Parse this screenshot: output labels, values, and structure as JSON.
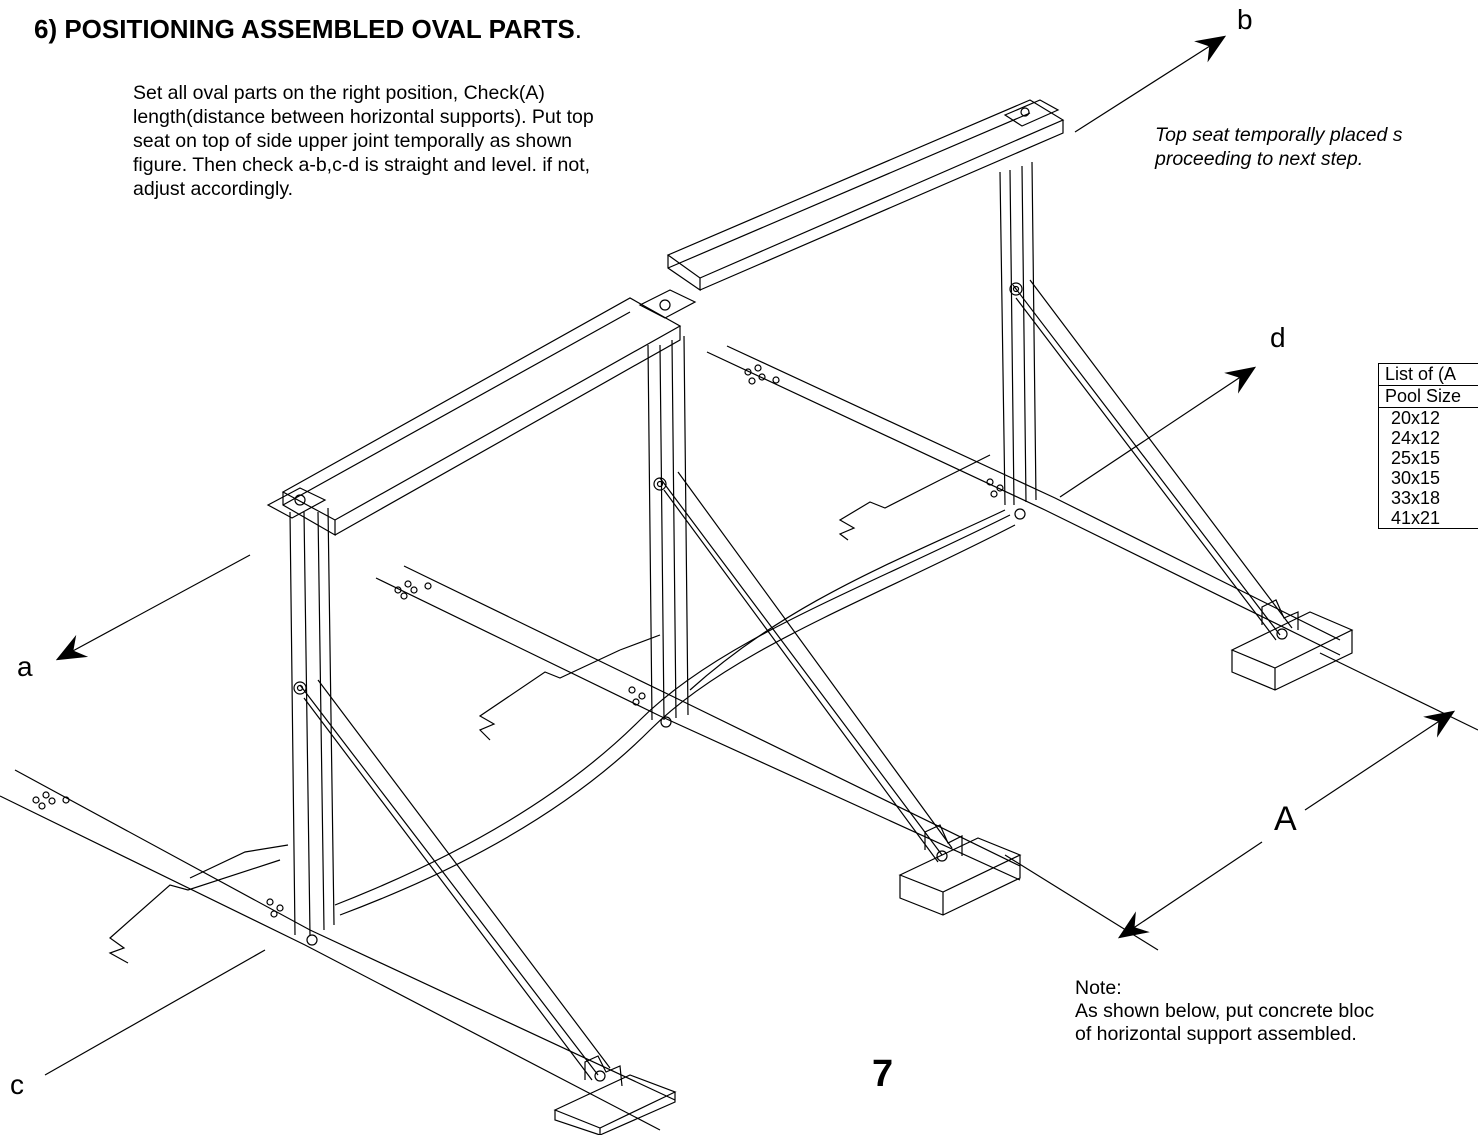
{
  "title": {
    "text": "6) POSITIONING ASSEMBLED OVAL PARTS",
    "period": "."
  },
  "instructions": [
    "Set all oval parts on the right position, Check(A)",
    "length(distance between horizontal supports). Put top",
    "seat on top of side upper joint temporally as shown",
    "figure. Then check a-b,c-d is straight and level. if not,",
    "adjust accordingly."
  ],
  "top_seat_note": [
    "Top seat temporally placed s",
    "proceeding to next step."
  ],
  "labels": {
    "a": "a",
    "b": "b",
    "c": "c",
    "d": "d",
    "A": "A"
  },
  "table": {
    "header": "List of (A",
    "subheader": "Pool Size",
    "rows": [
      "20x12",
      "24x12",
      "25x15",
      "30x15",
      "33x18",
      "41x21"
    ]
  },
  "note": [
    "Note:",
    "As shown below, put concrete bloc",
    "of horizontal support assembled."
  ],
  "page_number": "7"
}
